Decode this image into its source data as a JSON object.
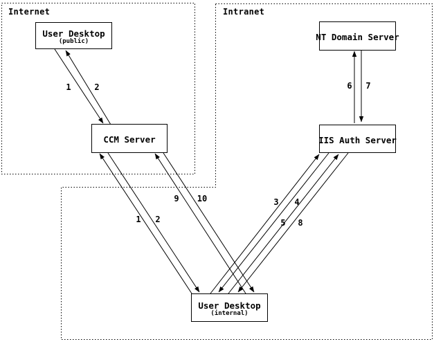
{
  "zones": [
    {
      "id": "internet",
      "label": "Internet"
    },
    {
      "id": "intranet",
      "label": "Intranet"
    }
  ],
  "nodes": {
    "user_desktop_public": {
      "title": "User Desktop",
      "subtitle": "(public)"
    },
    "ccm_server": {
      "title": "CCM Server",
      "subtitle": ""
    },
    "nt_domain_server": {
      "title": "NT Domain Server",
      "subtitle": ""
    },
    "iis_auth_server": {
      "title": "IIS Auth Server",
      "subtitle": ""
    },
    "user_desktop_internal": {
      "title": "User Desktop",
      "subtitle": "(internal)"
    }
  },
  "connections": [
    {
      "label": "1",
      "from": "User Desktop (public)",
      "to": "CCM Server"
    },
    {
      "label": "2",
      "from": "CCM Server",
      "to": "User Desktop (public)"
    },
    {
      "label": "1",
      "from": "User Desktop (internal)",
      "to": "CCM Server"
    },
    {
      "label": "2",
      "from": "CCM Server",
      "to": "User Desktop (internal)"
    },
    {
      "label": "9",
      "from": "User Desktop (internal)",
      "to": "CCM Server"
    },
    {
      "label": "10",
      "from": "CCM Server",
      "to": "User Desktop (internal)"
    },
    {
      "label": "3",
      "from": "User Desktop (internal)",
      "to": "IIS Auth Server"
    },
    {
      "label": "4",
      "from": "IIS Auth Server",
      "to": "User Desktop (internal)"
    },
    {
      "label": "5",
      "from": "User Desktop (internal)",
      "to": "IIS Auth Server"
    },
    {
      "label": "8",
      "from": "IIS Auth Server",
      "to": "User Desktop (internal)"
    },
    {
      "label": "6",
      "from": "IIS Auth Server",
      "to": "NT Domain Server"
    },
    {
      "label": "7",
      "from": "NT Domain Server",
      "to": "IIS Auth Server"
    }
  ]
}
